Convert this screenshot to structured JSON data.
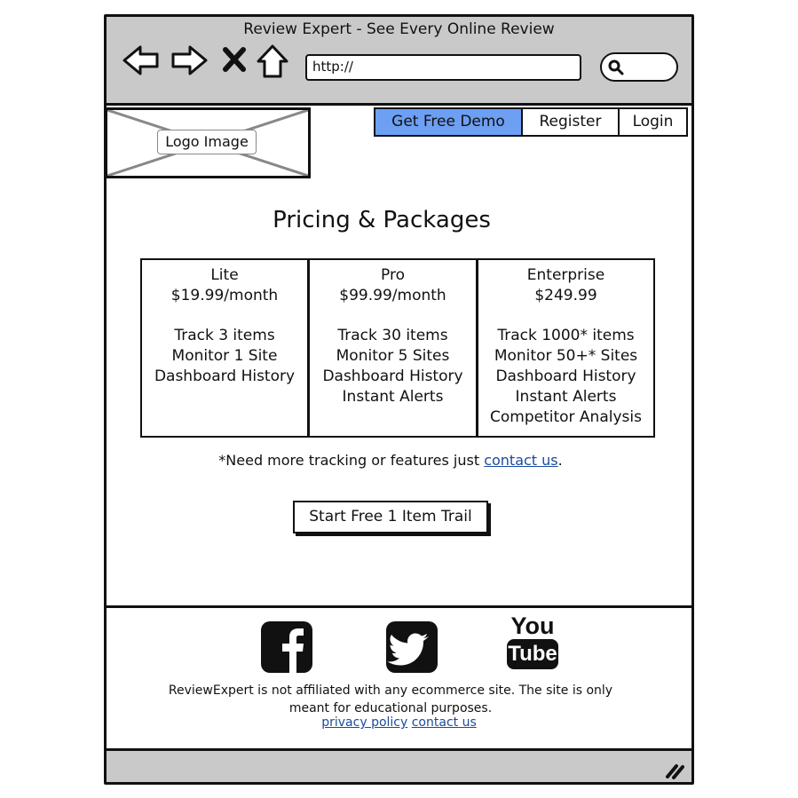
{
  "window": {
    "title": "Review Expert - See Every Online Review"
  },
  "browser": {
    "url_value": "http://",
    "back_icon": "back-arrow-icon",
    "forward_icon": "forward-arrow-icon",
    "stop_icon": "close-x-icon",
    "home_icon": "home-icon",
    "search_icon": "search-icon"
  },
  "header": {
    "logo_label": "Logo Image",
    "nav": {
      "demo": "Get Free Demo",
      "register": "Register",
      "login": "Login"
    }
  },
  "main": {
    "title": "Pricing & Packages",
    "plans": [
      {
        "name": "Lite",
        "price": "$19.99/month",
        "features": [
          "Track 3 items",
          "Monitor 1 Site",
          "Dashboard History"
        ]
      },
      {
        "name": "Pro",
        "price": "$99.99/month",
        "features": [
          "Track 30 items",
          "Monitor 5 Sites",
          "Dashboard History",
          "Instant Alerts"
        ]
      },
      {
        "name": "Enterprise",
        "price": "$249.99",
        "features": [
          "Track 1000* items",
          "Monitor 50+* Sites",
          "Dashboard History",
          "Instant Alerts",
          "Competitor Analysis"
        ]
      }
    ],
    "note_prefix": "*Need more tracking or features just ",
    "note_link": "contact us",
    "note_suffix": ".",
    "cta": "Start Free 1 Item Trail"
  },
  "footer": {
    "social": [
      "facebook-icon",
      "twitter-icon",
      "youtube-icon"
    ],
    "youtube_top": "You",
    "youtube_bottom": "Tube",
    "disclaimer_line1": "ReviewExpert is not affiliated with any ecommerce site. The site is only",
    "disclaimer_line2": "meant for educational purposes.",
    "privacy_link": "privacy policy",
    "contact_link": "contact us"
  },
  "colors": {
    "accent": "#6d9ff3",
    "chrome": "#c9c9c9",
    "link": "#1a4b9c"
  }
}
